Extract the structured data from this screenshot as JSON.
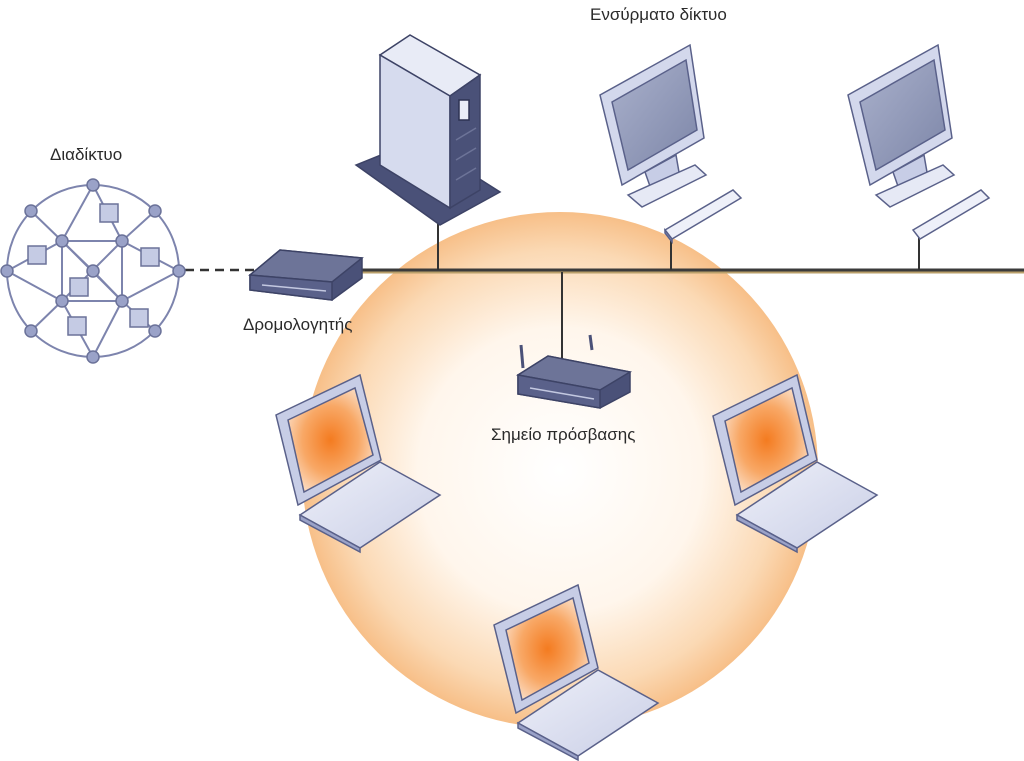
{
  "labels": {
    "internet": "Διαδίκτυο",
    "wired_network": "Ενσύρματο δίκτυο",
    "router": "Δρομολογητής",
    "access_point": "Σημείο πρόσβασης"
  },
  "colors": {
    "device_light": "#dfe3f2",
    "device_mid": "#b9c0dc",
    "device_dark": "#4a5178",
    "outline": "#6b7299",
    "cable": "#7a6a4a",
    "wireless_glow": "#f7a650",
    "screen_glow": "#f47b20"
  },
  "icons": [
    "globe-network-icon",
    "server-icon",
    "monitor-icon",
    "router-icon",
    "access-point-icon",
    "laptop-icon"
  ]
}
